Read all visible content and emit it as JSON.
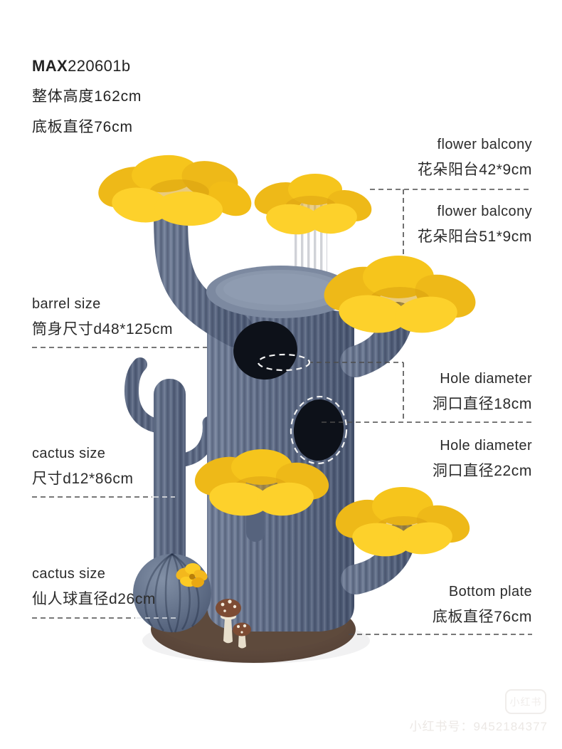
{
  "product": {
    "model_prefix": "MAX",
    "model_suffix": "220601b",
    "overall_height": "整体高度162cm",
    "base_diameter": "底板直径76cm"
  },
  "annotations": {
    "flower_balcony_1": {
      "en": "flower balcony",
      "zh": "花朵阳台42*9cm"
    },
    "flower_balcony_2": {
      "en": "flower balcony",
      "zh": "花朵阳台51*9cm"
    },
    "barrel": {
      "en": "barrel size",
      "zh": "筒身尺寸d48*125cm"
    },
    "hole_1": {
      "en": "Hole diameter",
      "zh": "洞口直径18cm"
    },
    "hole_2": {
      "en": "Hole diameter",
      "zh": "洞口直径22cm"
    },
    "cactus": {
      "en": "cactus size",
      "zh": "尺寸d12*86cm"
    },
    "cactus_ball": {
      "en": "cactus size",
      "zh": "仙人球直径d26cm"
    },
    "bottom_plate": {
      "en": "Bottom plate",
      "zh": "底板直径76cm"
    }
  },
  "watermark": {
    "logo": "小红书",
    "account": "小红书号：9452184377"
  },
  "colors": {
    "cactus_blue": "#5f6c86",
    "flower_yellow": "#fcca20",
    "base_brown": "#584437",
    "hole_dark": "#0d1119",
    "text": "#2b2b2b",
    "leader_line": "#4c4c4c"
  }
}
